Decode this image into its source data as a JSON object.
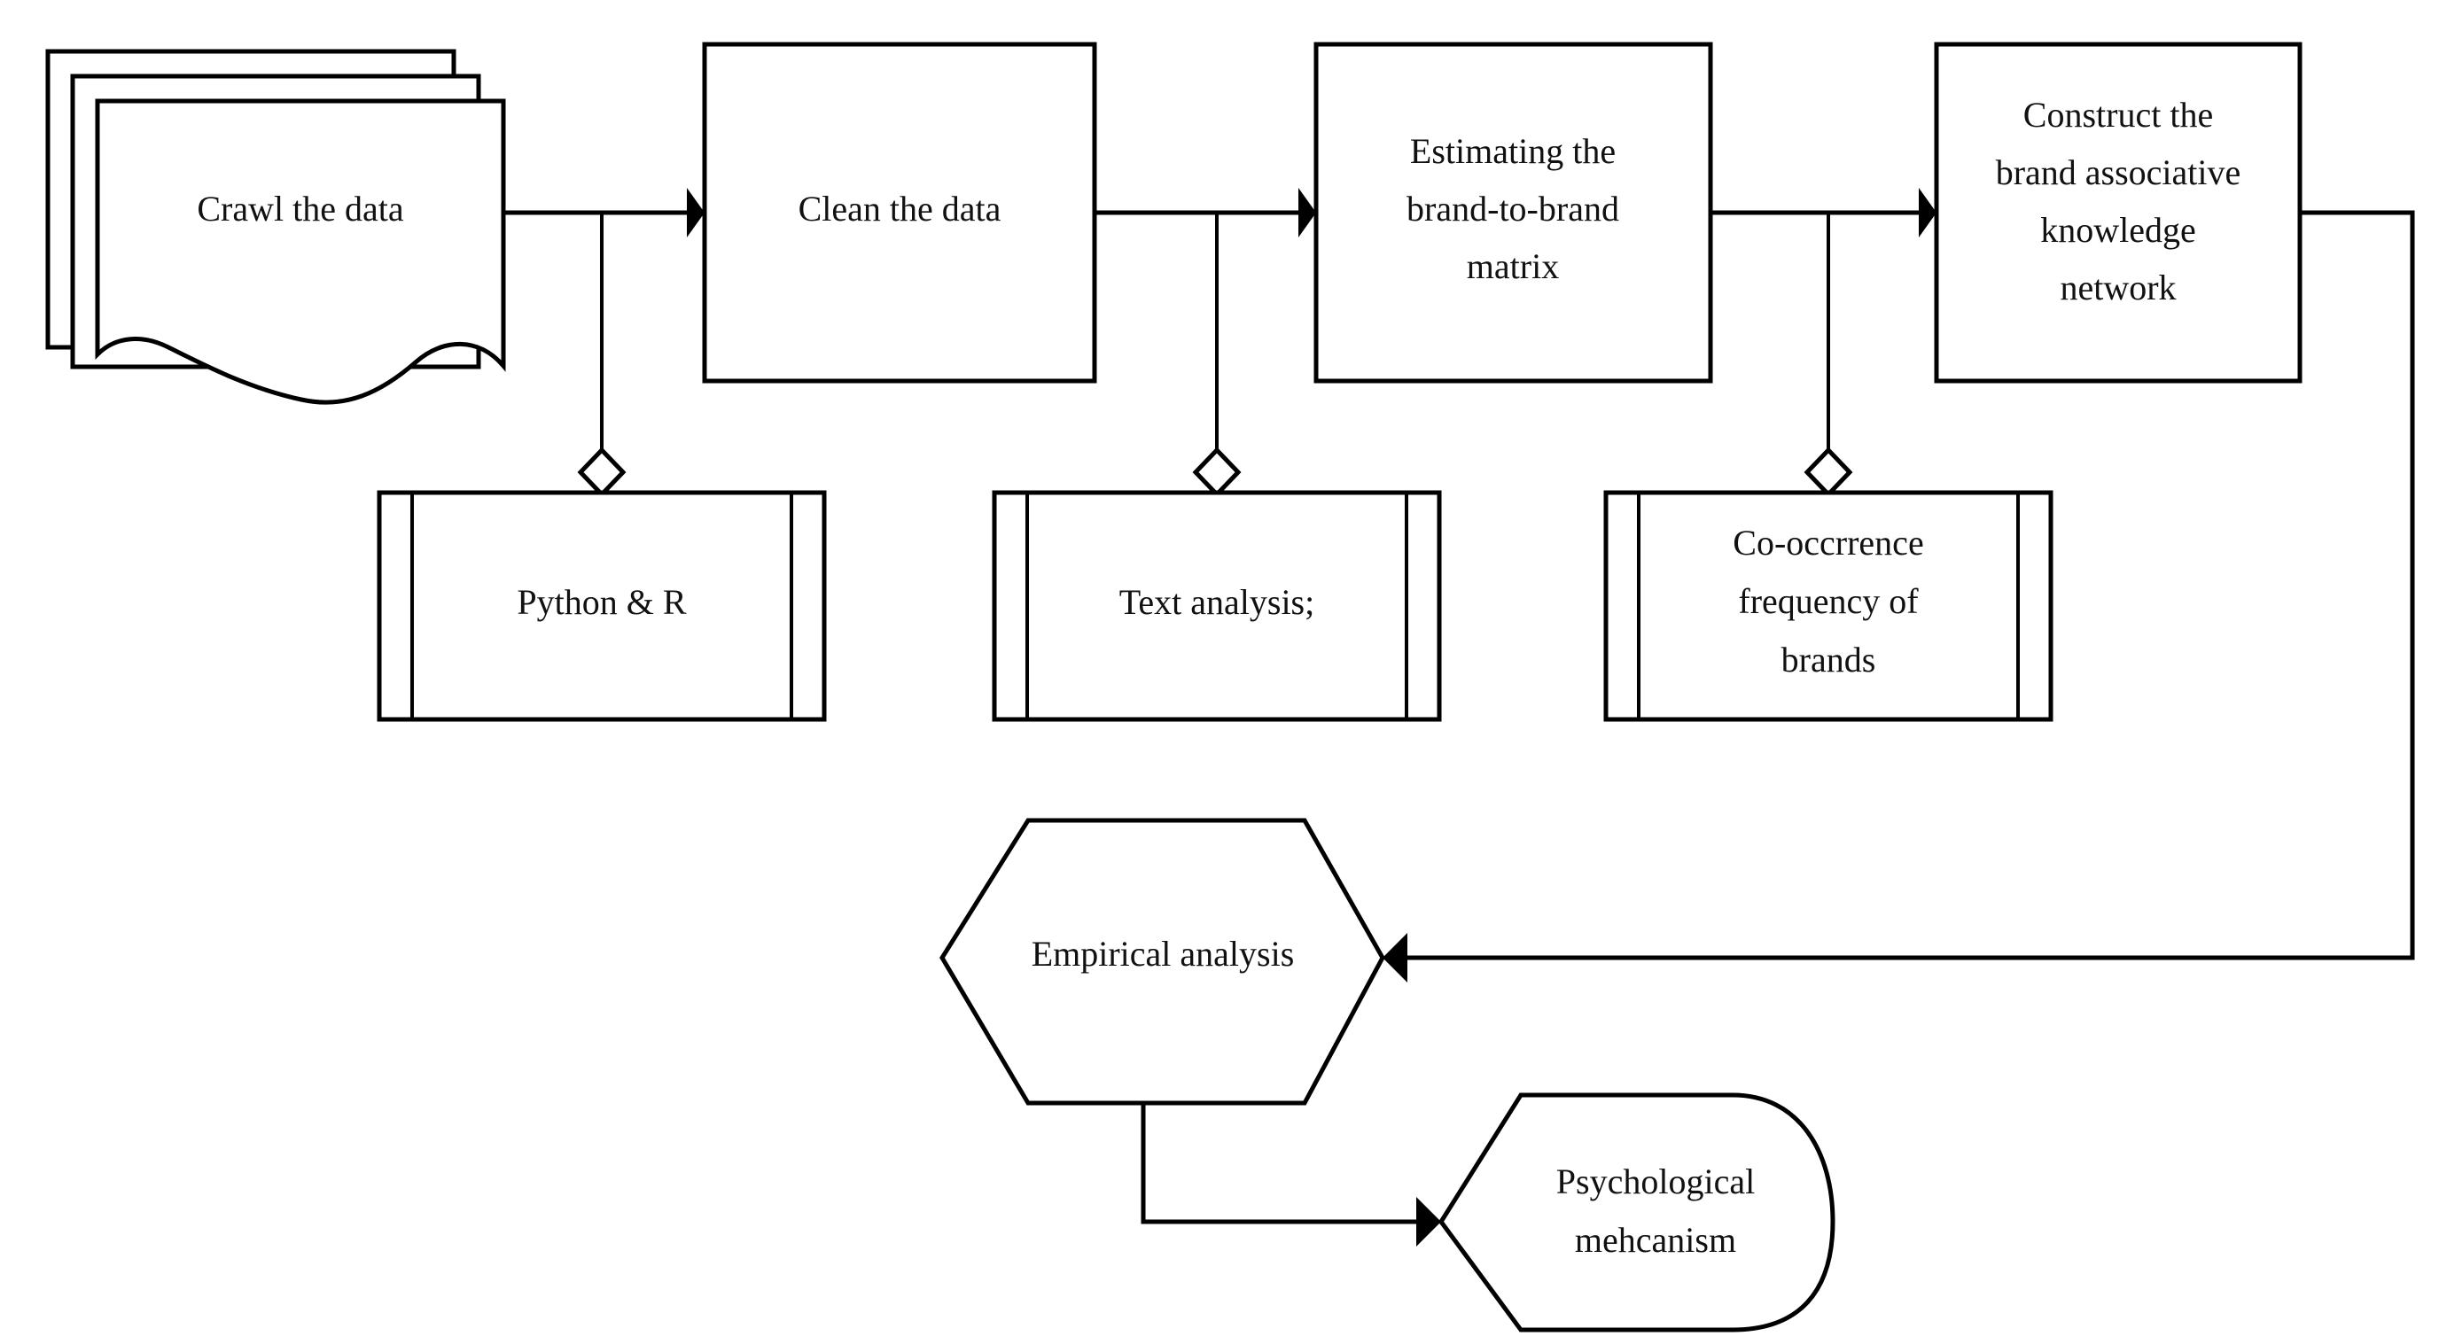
{
  "diagram": {
    "type": "flowchart",
    "title": "",
    "background_color": "#ffffff",
    "line_color": "#000000",
    "text_color": "#111111"
  },
  "nodes": {
    "crawl": {
      "id": "crawl",
      "shape": "multi-document",
      "label": "Crawl the data"
    },
    "clean": {
      "id": "clean",
      "shape": "process",
      "label": "Clean the data"
    },
    "estimate": {
      "id": "estimate",
      "shape": "process",
      "label_line1": "Estimating the",
      "label_line2": "brand-to-brand",
      "label_line3": "matrix"
    },
    "construct": {
      "id": "construct",
      "shape": "process",
      "label_line1": "Construct the",
      "label_line2": "brand associative",
      "label_line3": "knowledge",
      "label_line4": "network"
    },
    "python_r": {
      "id": "python_r",
      "shape": "predefined-process",
      "label": "Python & R"
    },
    "text_analysis": {
      "id": "text_analysis",
      "shape": "predefined-process",
      "label": "Text analysis;"
    },
    "cooccurrence": {
      "id": "cooccurrence",
      "shape": "predefined-process",
      "label_line1": "Co-occrrence",
      "label_line2": "frequency of",
      "label_line3": "brands"
    },
    "empirical": {
      "id": "empirical",
      "shape": "hexagon",
      "label": "Empirical analysis"
    },
    "psychological": {
      "id": "psychological",
      "shape": "delay",
      "label_line1": "Psychological",
      "label_line2": "mehcanism"
    }
  },
  "edges": [
    {
      "id": "e1",
      "from": "crawl",
      "to": "clean",
      "arrow": true,
      "label": ""
    },
    {
      "id": "e2",
      "from": "clean",
      "to": "estimate",
      "arrow": true,
      "label": ""
    },
    {
      "id": "e3",
      "from": "estimate",
      "to": "construct",
      "arrow": true,
      "label": ""
    },
    {
      "id": "e4",
      "from": "crawl-clean-link",
      "to": "python_r",
      "arrow": false,
      "connector": "diamond",
      "label": ""
    },
    {
      "id": "e5",
      "from": "clean-estimate-link",
      "to": "text_analysis",
      "arrow": false,
      "connector": "diamond",
      "label": ""
    },
    {
      "id": "e6",
      "from": "estimate-construct-link",
      "to": "cooccurrence",
      "arrow": false,
      "connector": "diamond",
      "label": ""
    },
    {
      "id": "e7",
      "from": "construct",
      "to": "empirical",
      "arrow": true,
      "routing": "right-down-left",
      "label": ""
    },
    {
      "id": "e8",
      "from": "empirical",
      "to": "psychological",
      "arrow": true,
      "routing": "down-right",
      "label": ""
    }
  ]
}
